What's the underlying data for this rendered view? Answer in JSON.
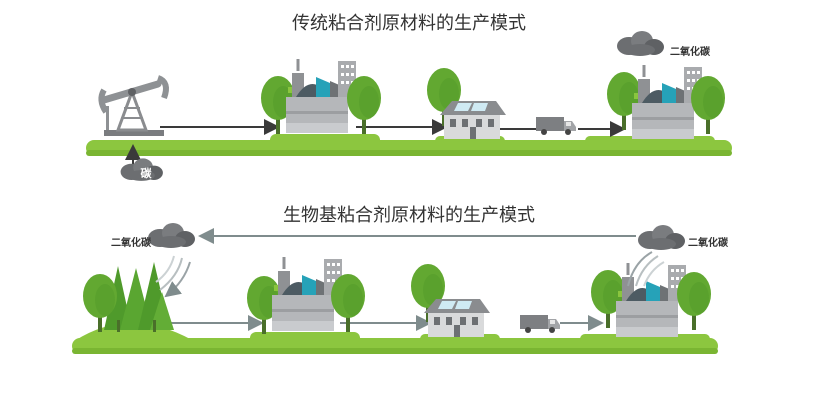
{
  "diagram": {
    "top_title": "传统粘合剂原材料的生产模式",
    "bottom_title": "生物基粘合剂原材料的生产模式",
    "labels": {
      "carbon": "碳",
      "co2": "二氧化碳"
    }
  },
  "colors": {
    "grass": "#8cc63f",
    "grass_dark": "#6da82f",
    "tree": "#62a831",
    "forest": "#4f9a2b",
    "building": "#a6a8ab",
    "smoke": "#7a7c7f",
    "arrow_dark": "#3a3a3a",
    "arrow_light": "#7f8c8d"
  },
  "icons": [
    "oil-pump-icon",
    "factory-icon",
    "house-icon",
    "truck-icon",
    "co2-cloud-icon",
    "forest-icon",
    "tree-icon"
  ]
}
